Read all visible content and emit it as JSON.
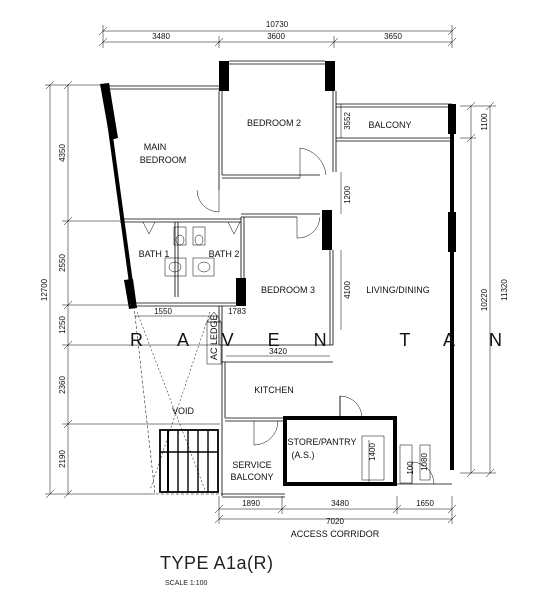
{
  "dimensions": {
    "top_total": "10730",
    "top_segments": [
      "3480",
      "3600",
      "3650"
    ],
    "left_total": "12700",
    "left_segments": [
      "4350",
      "2550",
      "1250",
      "2360",
      "2190"
    ],
    "right_outer": "11320",
    "right_inner": "10220",
    "right_top": "1100",
    "bottom_total": "7020",
    "bottom_segments": [
      "1890",
      "3480",
      "1650"
    ],
    "inner": {
      "balcony_depth": "3552",
      "corridor_gap": "1200",
      "bed3_height": "4100",
      "bath_width": "1550",
      "bath_small": "1783",
      "kitchen_width": "3420",
      "store_dim": "1400",
      "bin_dim": "100",
      "bin_dim2": "1080"
    }
  },
  "rooms": {
    "main_bedroom_line1": "MAIN",
    "main_bedroom_line2": "BEDROOM",
    "bedroom2": "BEDROOM 2",
    "balcony": "BALCONY",
    "bath1": "BATH 1",
    "bath2": "BATH 2",
    "bedroom3": "BEDROOM 3",
    "living": "LIVING/DINING",
    "ac_ledge": "AC LEDGE",
    "kitchen": "KITCHEN",
    "void": "VOID",
    "service_balcony_line1": "SERVICE",
    "service_balcony_line2": "BALCONY",
    "store_line1": "STORE/PANTRY",
    "store_line2": "(A.S.)",
    "corridor": "ACCESS CORRIDOR"
  },
  "watermark": "RAVEN TAN",
  "title": "TYPE A1a(R)",
  "scale": "SCALE 1:100"
}
